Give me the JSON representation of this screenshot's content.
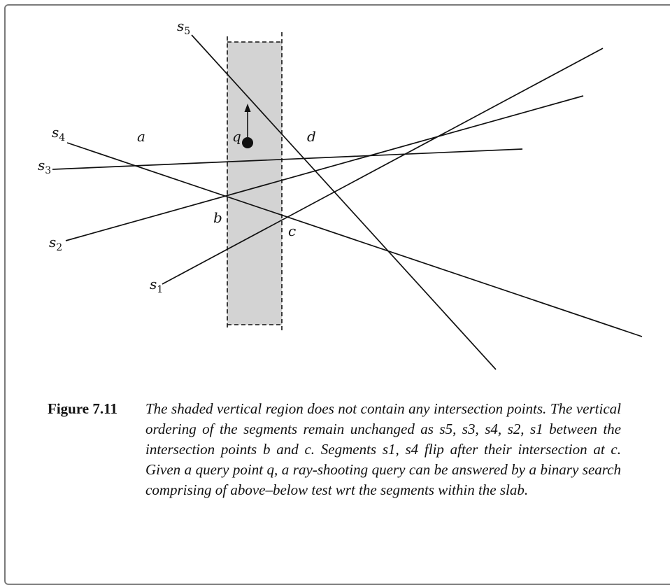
{
  "figure": {
    "label": "Figure 7.11",
    "caption": "The shaded vertical region does not contain any intersection points. The vertical ordering of the segments remain unchanged as s5, s3, s4, s2, s1 between the intersection points b and c. Segments s1, s4 flip after their intersection at c. Given a query point q, a ray-shooting query can be answered by a binary search comprising of above–below test wrt the segments within the slab."
  },
  "diagram": {
    "segments": [
      {
        "name": "s",
        "subscript": "1"
      },
      {
        "name": "s",
        "subscript": "2"
      },
      {
        "name": "s",
        "subscript": "3"
      },
      {
        "name": "s",
        "subscript": "4"
      },
      {
        "name": "s",
        "subscript": "5"
      }
    ],
    "point_labels": {
      "a": "a",
      "b": "b",
      "c": "c",
      "d": "d",
      "q": "q"
    },
    "colors": {
      "slab_fill": "#d3d3d3",
      "line": "#111111"
    }
  }
}
